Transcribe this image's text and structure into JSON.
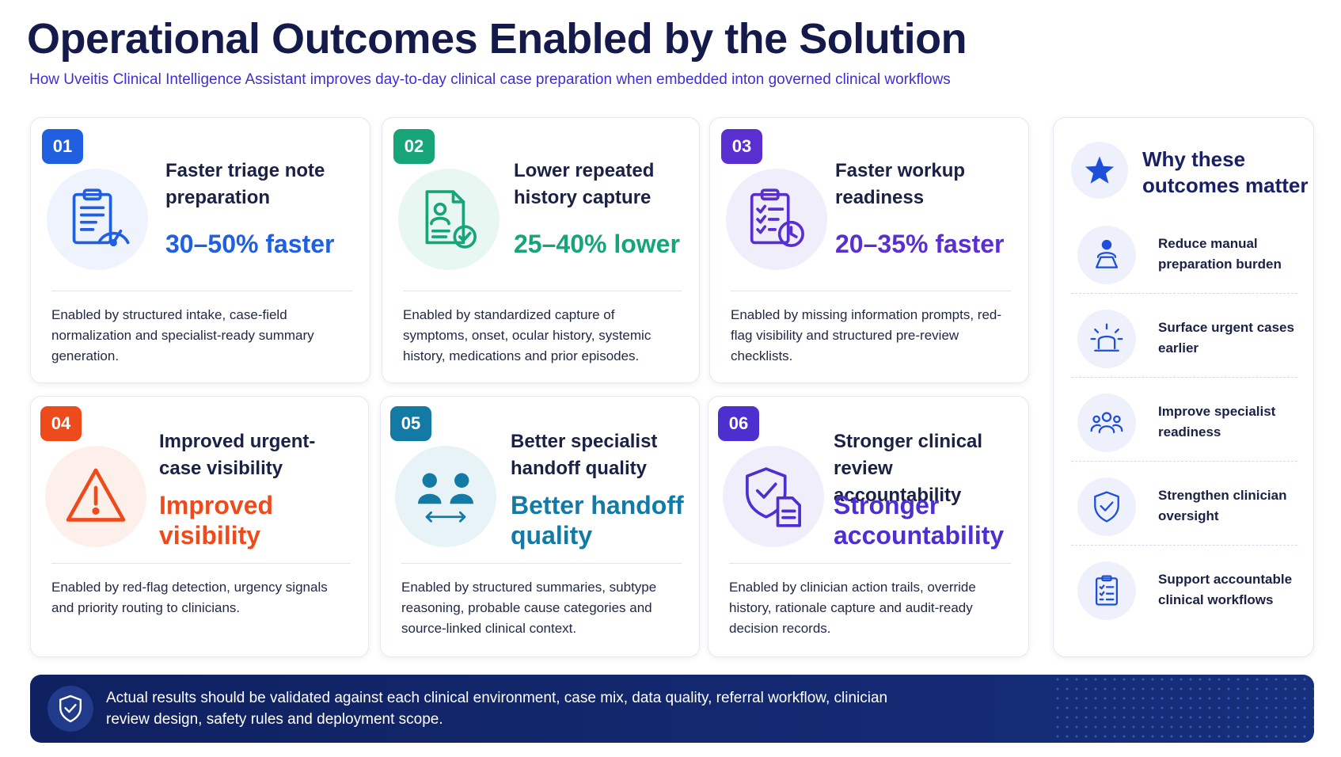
{
  "title": "Operational Outcomes Enabled by the Solution",
  "subtitle": "How Uveitis Clinical Intelligence Assistant improves day-to-day clinical case preparation when embedded inton governed clinical workflows",
  "colors": {
    "blue": "#1f5fe0",
    "green": "#17a577",
    "purple": "#5a2fd0",
    "orange": "#ee4b1c",
    "teal": "#137aa6",
    "indigo": "#4b2fcf"
  },
  "cards": [
    {
      "num": "01",
      "heading": "Faster triage note preparation",
      "metric": "30–50% faster",
      "desc": "Enabled by structured intake, case-field normalization and specialist-ready summary generation.",
      "icon": "clipboard-gauge-icon"
    },
    {
      "num": "02",
      "heading": "Lower repeated history capture",
      "metric": "25–40% lower",
      "desc": "Enabled by standardized capture of symptoms, onset, ocular history, systemic history, medications and prior episodes.",
      "icon": "patient-record-check-icon"
    },
    {
      "num": "03",
      "heading": "Faster workup readiness",
      "metric": "20–35% faster",
      "desc": "Enabled by missing information prompts, red-flag visibility and structured pre-review checklists.",
      "icon": "checklist-clock-icon"
    },
    {
      "num": "04",
      "heading": "Improved urgent-case visibility",
      "metric": "Improved visibility",
      "desc": "Enabled by red-flag detection, urgency signals and priority routing to clinicians.",
      "icon": "warning-triangle-icon"
    },
    {
      "num": "05",
      "heading": "Better specialist handoff quality",
      "metric": "Better handoff quality",
      "desc": "Enabled by structured summaries, subtype reasoning, probable cause categories and source-linked clinical context.",
      "icon": "handoff-people-icon"
    },
    {
      "num": "06",
      "heading": "Stronger clinical review accountability",
      "metric": "Stronger accountability",
      "desc": "Enabled by clinician action trails, override history, rationale capture and audit-ready decision records.",
      "icon": "shield-document-icon"
    }
  ],
  "side": {
    "title": "Why these outcomes matter",
    "items": [
      {
        "label": "Reduce manual preparation burden",
        "icon": "person-laptop-icon"
      },
      {
        "label": "Surface urgent cases earlier",
        "icon": "alarm-light-icon"
      },
      {
        "label": "Improve specialist readiness",
        "icon": "team-icon"
      },
      {
        "label": "Strengthen clinician oversight",
        "icon": "shield-check-icon"
      },
      {
        "label": "Support accountable clinical workflows",
        "icon": "clipboard-list-icon"
      }
    ]
  },
  "footer": {
    "text": "Actual results should be validated against each clinical environment, case mix, data quality, referral workflow, clinician review design, safety rules and deployment scope."
  }
}
